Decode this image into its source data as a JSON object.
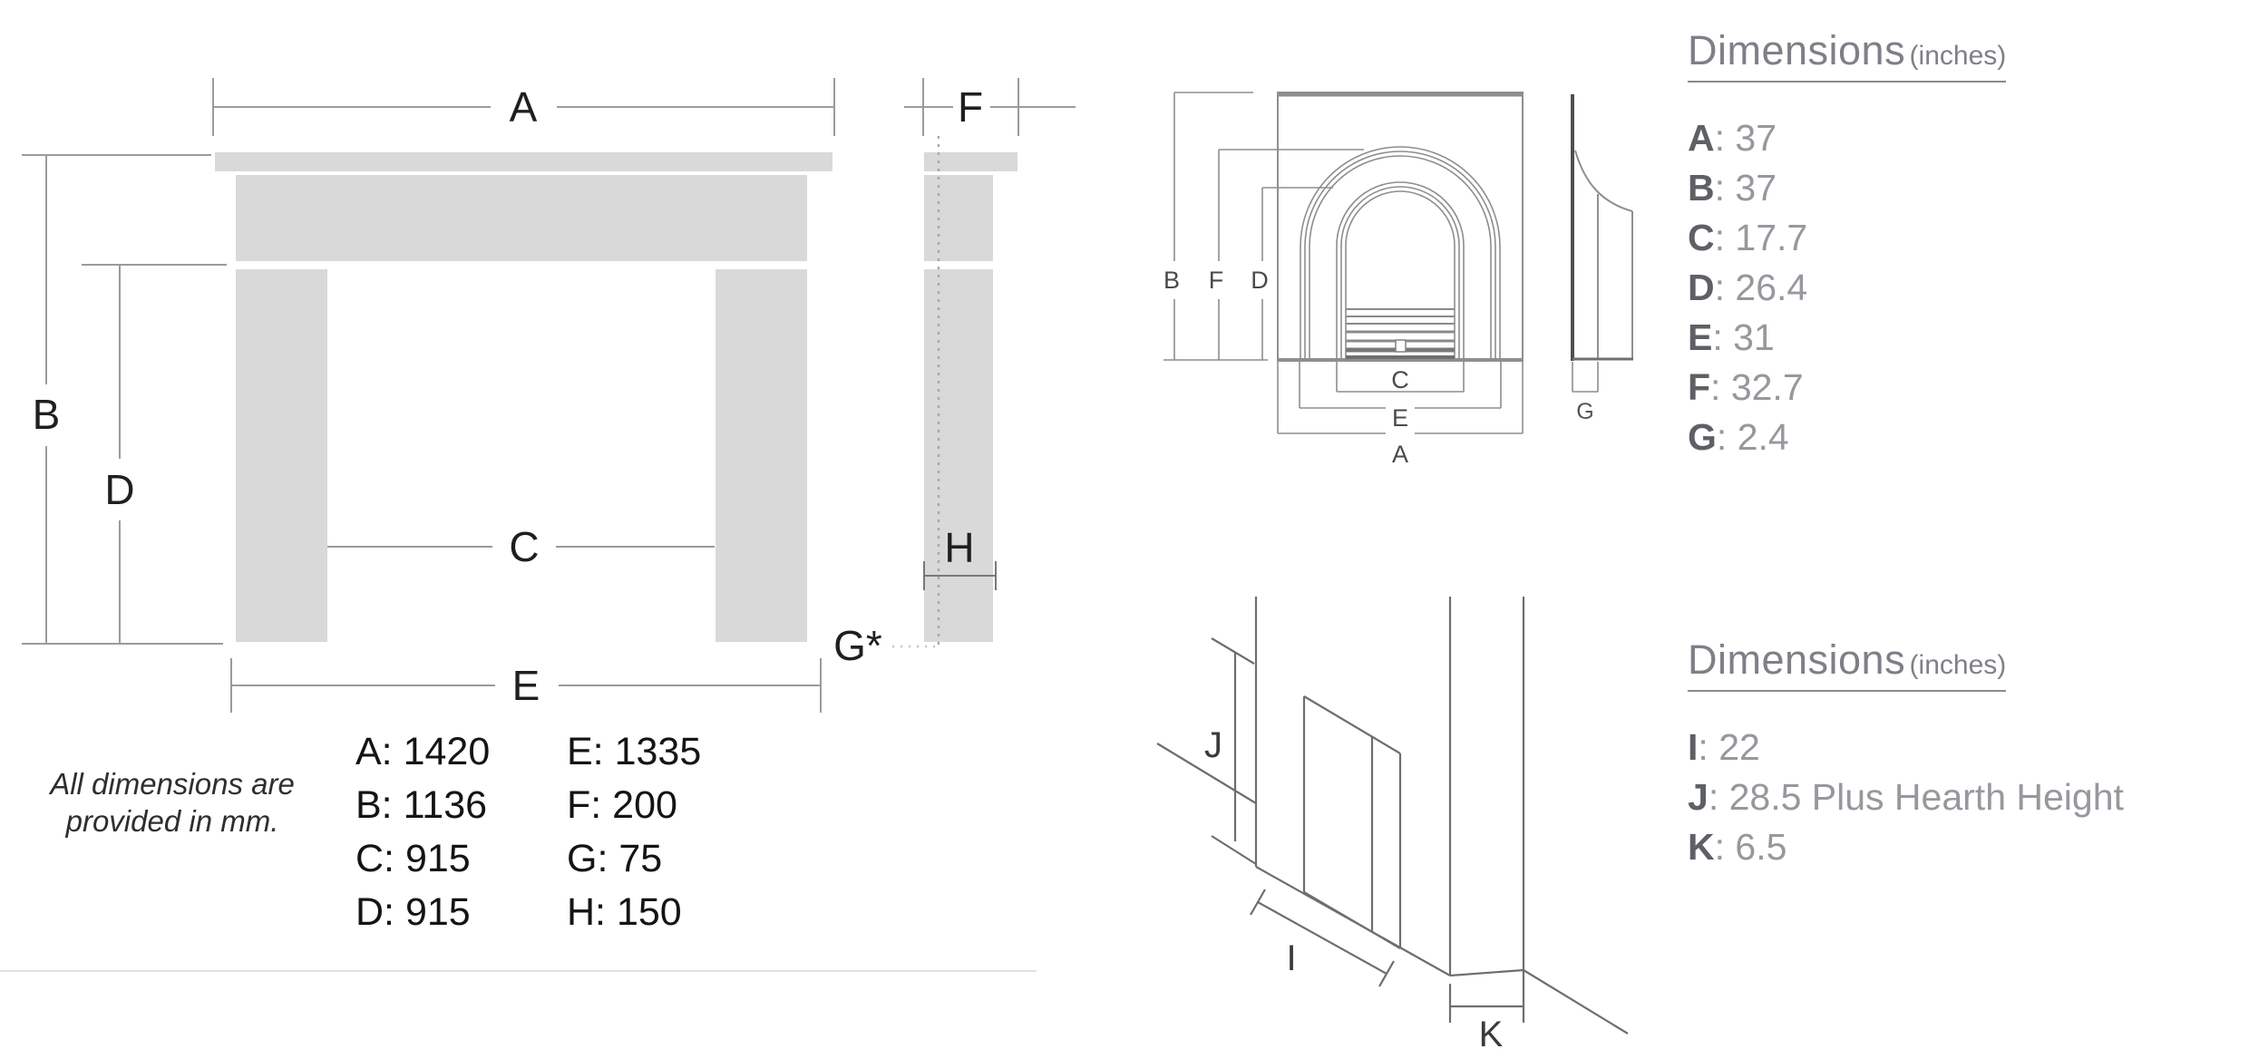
{
  "note": {
    "line1": "All dimensions are",
    "line2": "provided in mm."
  },
  "mm_list": {
    "rows": [
      {
        "c1": "A: 1420",
        "c2": "E: 1335"
      },
      {
        "c1": "B: 1136",
        "c2": "F: 200"
      },
      {
        "c1": "C: 915",
        "c2": "G: 75"
      },
      {
        "c1": "D: 915",
        "c2": "H: 150"
      }
    ]
  },
  "front_view": {
    "labels": {
      "a": "A",
      "b": "B",
      "c": "C",
      "d": "D",
      "e": "E"
    }
  },
  "side_view": {
    "labels": {
      "f": "F",
      "g_star": "G*",
      "h": "H"
    }
  },
  "insert_diagram": {
    "labels": {
      "b": "B",
      "f": "F",
      "d": "D",
      "c": "C",
      "e": "E",
      "a": "A",
      "g": "G"
    }
  },
  "iso_diagram": {
    "labels": {
      "i": "I",
      "j": "J",
      "k": "K"
    }
  },
  "inches1": {
    "heading": "Dimensions",
    "heading_unit": "(inches)",
    "rows": [
      {
        "label": "A",
        "value": ": 37"
      },
      {
        "label": "B",
        "value": ": 37"
      },
      {
        "label": "C",
        "value": ": 17.7"
      },
      {
        "label": "D",
        "value": ": 26.4"
      },
      {
        "label": "E",
        "value": ": 31"
      },
      {
        "label": "F",
        "value": ": 32.7"
      },
      {
        "label": "G",
        "value": ": 2.4"
      }
    ]
  },
  "inches2": {
    "heading": "Dimensions",
    "heading_unit": "(inches)",
    "rows": [
      {
        "label": "I",
        "value": ": 22"
      },
      {
        "label": "J",
        "value": ": 28.5 Plus Hearth Height"
      },
      {
        "label": "K",
        "value": ": 6.5"
      }
    ]
  },
  "colors": {
    "diagram_fill": "#d9d9d9",
    "dim_line_grey": "#9b9b9b",
    "heading_grey": "#7f7f88",
    "inch_label_grey": "#5d6065",
    "inch_value_grey": "#97979d"
  }
}
